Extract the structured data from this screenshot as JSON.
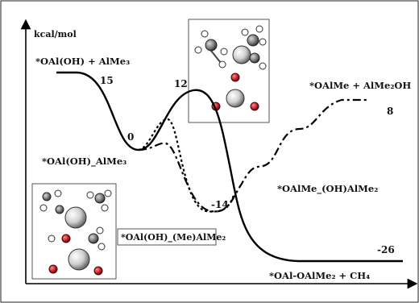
{
  "axis": {
    "y_unit": "kcal/mol"
  },
  "species": {
    "reactant": "*OAl(OH) + AlMe₃",
    "adduct": "*OAl(OH)_AlMe₃",
    "intermediate": "*OAl(OH)_(Me)AlMe₂",
    "product_ch4": "*OAl-OAlMe₂ + CH₄",
    "product_alme2oh": "*OAlMe + AlMe₂OH",
    "intermediate2": "*OAlMe_(OH)AlMe₂"
  },
  "energies": {
    "reactant": "15",
    "adduct": "0",
    "ts": "12",
    "intermediate": "-14",
    "product_alme2oh": "8",
    "product_ch4": "-26"
  },
  "colors": {
    "curve": "#000000",
    "atom_al": "#c8c8c8",
    "atom_o": "#c0202a",
    "atom_h": "#ffffff",
    "atom_c": "#6a6a6a"
  }
}
